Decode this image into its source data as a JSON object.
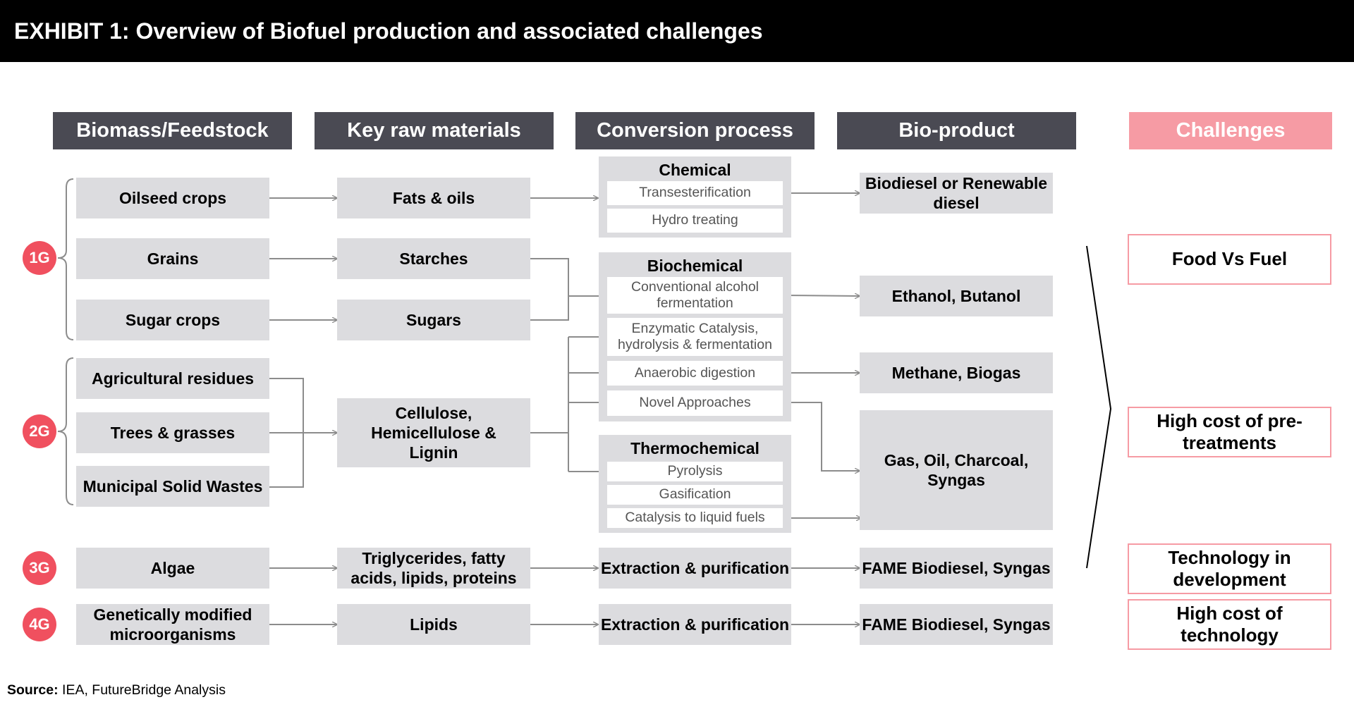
{
  "title": "EXHIBIT 1: Overview of Biofuel production and associated challenges",
  "headers": {
    "feedstock": "Biomass/Feedstock",
    "raw": "Key raw materials",
    "conversion": "Conversion process",
    "product": "Bio-product",
    "challenges": "Challenges"
  },
  "generations": [
    "1G",
    "2G",
    "3G",
    "4G"
  ],
  "feedstocks": [
    "Oilseed crops",
    "Grains",
    "Sugar crops",
    "Agricultural residues",
    "Trees & grasses",
    "Municipal Solid Wastes",
    "Algae",
    "Genetically modified microorganisms"
  ],
  "raw_materials": [
    "Fats & oils",
    "Starches",
    "Sugars",
    "Cellulose, Hemicellulose & Lignin",
    "Triglycerides, fatty acids, lipids, proteins",
    "Lipids"
  ],
  "conversion": {
    "chemical": {
      "title": "Chemical",
      "items": [
        "Transesterification",
        "Hydro treating"
      ]
    },
    "biochemical": {
      "title": "Biochemical",
      "items": [
        "Conventional alcohol fermentation",
        "Enzymatic Catalysis, hydrolysis & fermentation",
        "Anaerobic digestion",
        "Novel Approaches"
      ]
    },
    "thermochemical": {
      "title": "Thermochemical",
      "items": [
        "Pyrolysis",
        "Gasification",
        "Catalysis to liquid fuels"
      ]
    },
    "extraction_3g": "Extraction & purification",
    "extraction_4g": "Extraction & purification"
  },
  "products": [
    "Biodiesel or Renewable diesel",
    "Ethanol, Butanol",
    "Methane, Biogas",
    "Gas, Oil, Charcoal, Syngas",
    "FAME Biodiesel, Syngas",
    "FAME Biodiesel, Syngas"
  ],
  "challenges": [
    "Food Vs Fuel",
    "High cost of pre-treatments",
    "Technology in development",
    "High cost of technology"
  ],
  "source": {
    "label": "Source:",
    "text": "IEA, FutureBridge Analysis"
  },
  "colors": {
    "header_bg": "#4a4a53",
    "box_bg": "#dcdcdf",
    "accent_pink": "#f69ba4",
    "generation_red": "#f0505f",
    "arrow": "#8c8c8c"
  }
}
